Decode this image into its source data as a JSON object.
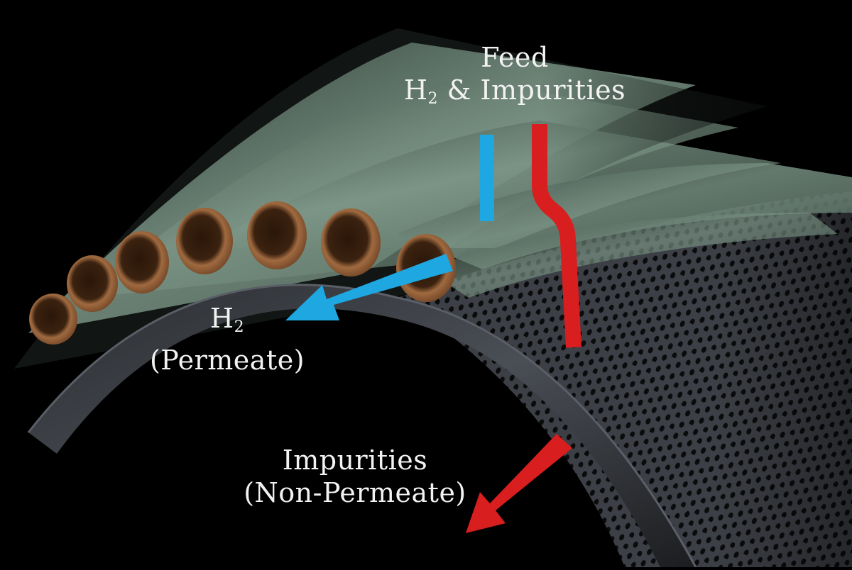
{
  "diagram": {
    "feed": {
      "title": "Feed",
      "h2": "H",
      "h2_sub": "2",
      "rest": " & Impurities"
    },
    "permeate": {
      "h2": "H",
      "h2_sub": "2",
      "caption": "(Permeate)"
    },
    "non_permeate": {
      "title": "Impurities",
      "caption": "(Non-Permeate)"
    }
  },
  "colors": {
    "background": "#000000",
    "h2_arrow": "#1ea7e1",
    "impurity_arrow": "#d81e1e",
    "fiber": "#6f8a7a",
    "fiber_end": "#8a5a36",
    "shell": "#3a3d42"
  },
  "icons": [
    "fiber-bundle",
    "perforated-core",
    "h2-flow-arrow",
    "impurity-flow-arrow"
  ]
}
